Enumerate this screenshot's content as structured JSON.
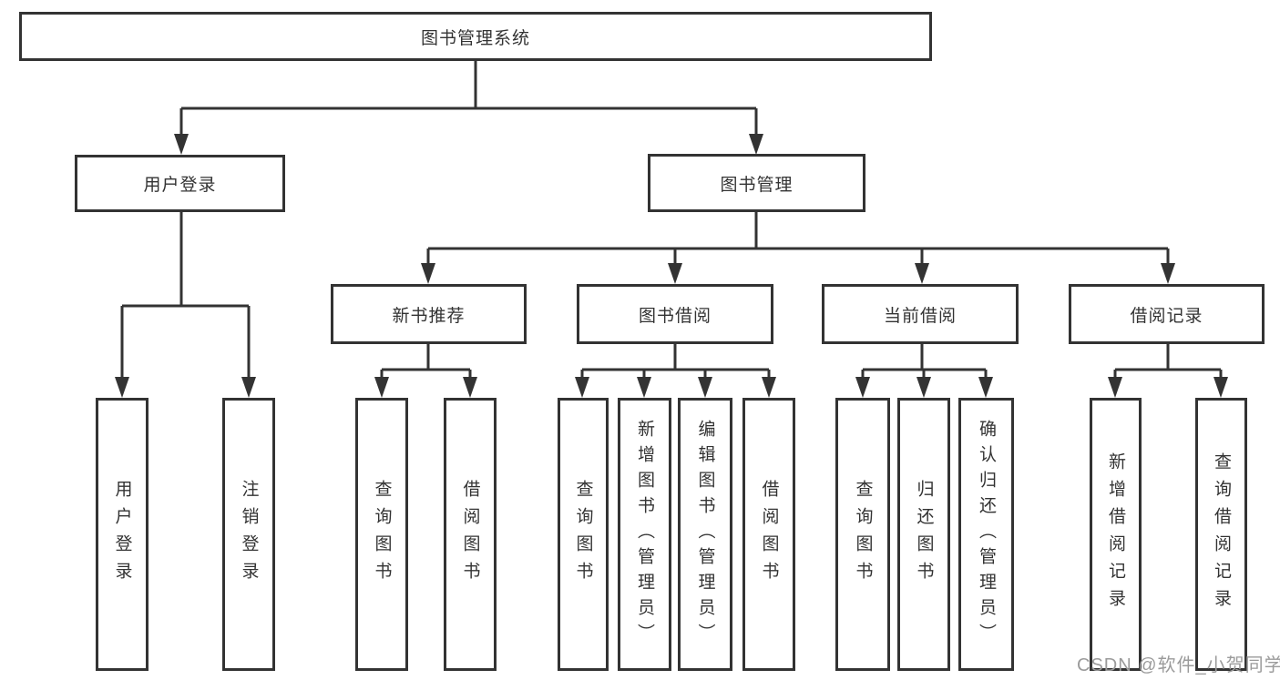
{
  "nodes": {
    "root": "图书管理系统",
    "user_login": "用户登录",
    "book_management": "图书管理",
    "new_book_recommend": "新书推荐",
    "book_borrow": "图书借阅",
    "current_borrow": "当前借阅",
    "borrow_record": "借阅记录",
    "login": "用户登录",
    "logout": "注销登录",
    "nb_query_book": "查询图书",
    "nb_borrow_book": "借阅图书",
    "bb_query_book": "查询图书",
    "bb_add_book": "新增图书（管理员）",
    "bb_edit_book": "编辑图书（管理员）",
    "bb_borrow_book": "借阅图书",
    "cb_query_book": "查询图书",
    "cb_return_book": "归还图书",
    "cb_confirm_return": "确认归还（管理员）",
    "br_add_record": "新增借阅记录",
    "br_query_record": "查询借阅记录"
  },
  "watermark": {
    "text": "CSDN @软件_小贺同学"
  },
  "colors": {
    "line": "#333333",
    "box_border": "#333333",
    "box_background": "#ffffff",
    "text": "#333333",
    "watermark_text": "#9b9b9b",
    "page_background": "#ffffff"
  }
}
